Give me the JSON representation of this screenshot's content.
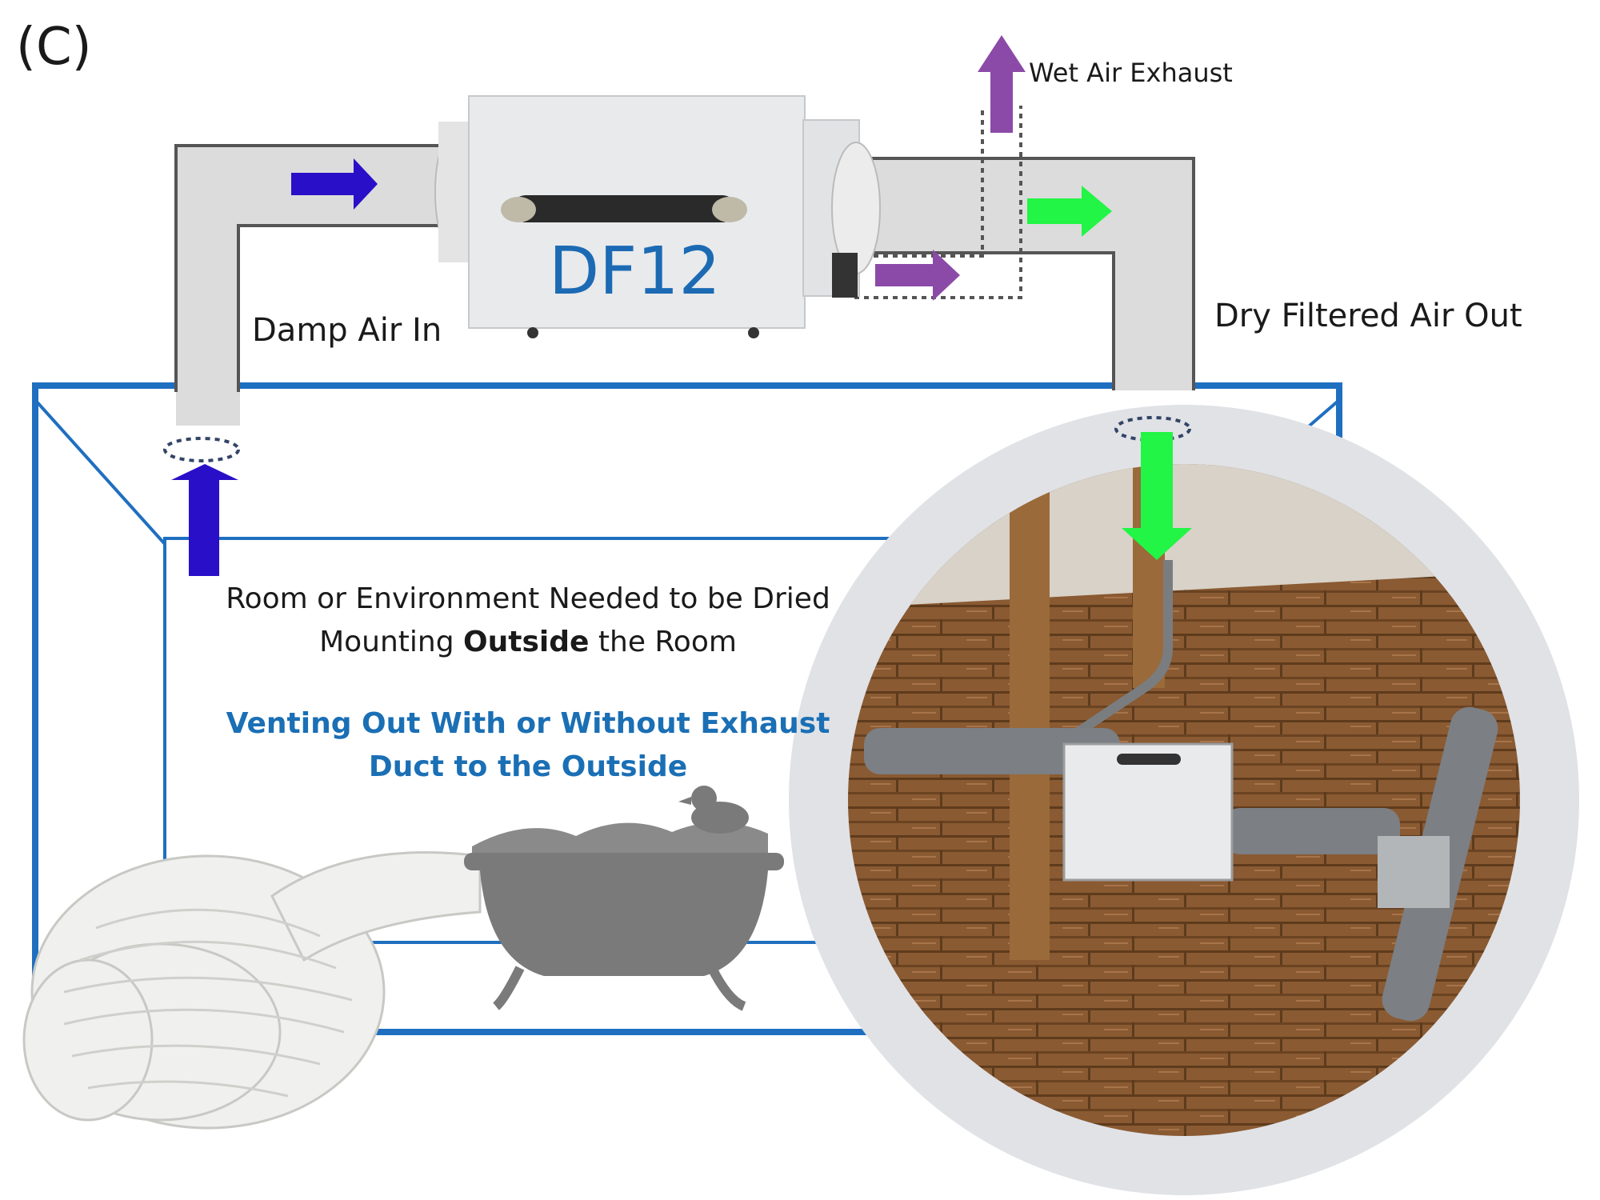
{
  "panel_label": "(C)",
  "labels": {
    "damp_air_in": "Damp Air In",
    "dry_filtered_air_out": "Dry Filtered Air Out",
    "wet_air_exhaust": "Wet Air Exhaust",
    "model": "DF12"
  },
  "room_text": {
    "line1": "Room or Environment Needed to be Dried",
    "line2_prefix": "Mounting ",
    "line2_bold": "Outside",
    "line2_suffix": " the Room"
  },
  "vent_text": {
    "line1": "Venting Out With or Without Exhaust",
    "line2": "Duct to the Outside"
  },
  "colors": {
    "room_outline": "#1f6fc0",
    "damp_arrow": "#2a0fc8",
    "dry_arrow": "#22f545",
    "exhaust_arrow": "#8b4aa8",
    "duct": "#dcdcdc",
    "duct_edge": "#555555",
    "unit_body": "#e8eaec",
    "tub": "#7a7a7a",
    "floor": "#8a5a32",
    "inset_ring": "#e0e2e6"
  },
  "icons": [
    "dehumidifier-unit",
    "bathtub-icon",
    "rubber-duck-icon",
    "flexible-duct-icon",
    "basement-install-photo"
  ]
}
